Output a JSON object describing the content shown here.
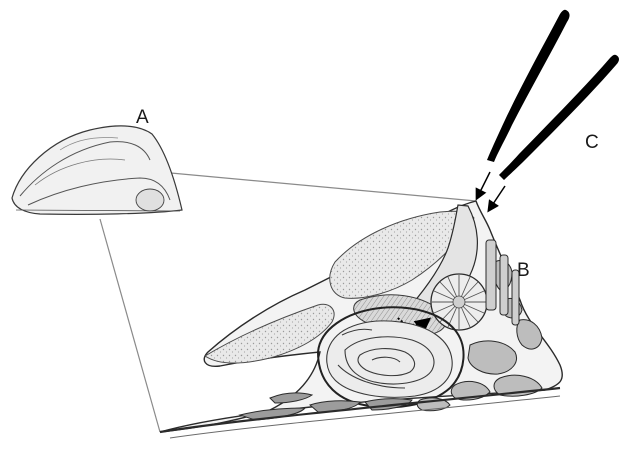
{
  "figure": {
    "labels": {
      "a": "A",
      "b": "B",
      "c": "C"
    },
    "colors": {
      "outline": "#2b2b2b",
      "tissue_light": "#e6e6e6",
      "tissue_mid": "#bdbdbd",
      "tissue_dark": "#8c8c8c",
      "connector": "#7a7a7a",
      "forceps": "#000000"
    }
  }
}
